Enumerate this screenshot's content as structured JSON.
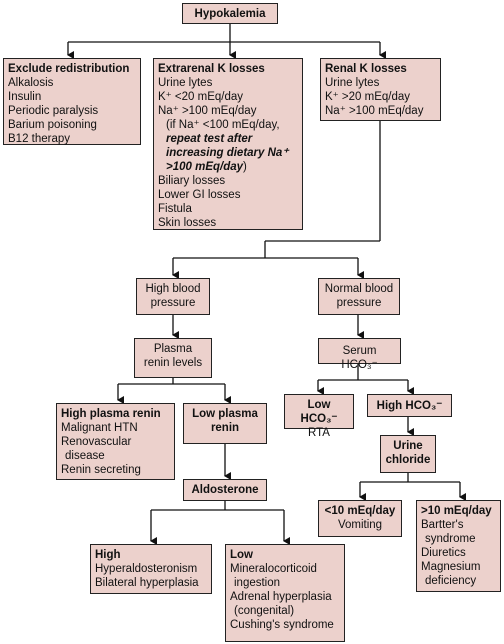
{
  "title": "Hypokalemia",
  "exclude": {
    "heading": "Exclude redistribution",
    "items": [
      "Alkalosis",
      "Insulin",
      "Periodic paralysis",
      "Barium poisoning",
      "B12 therapy"
    ]
  },
  "extrarenal": {
    "heading": "Extrarenal K losses",
    "line1": "Urine lytes",
    "line2": "K⁺ <20 mEq/day",
    "line3": "Na⁺ >100 mEq/day",
    "line4": "(if Na⁺ <100 mEq/day,",
    "line5": "repeat test after",
    "line6": "increasing dietary Na⁺",
    "line7a": ">100 mEq/day",
    "line7b": ")",
    "items": [
      "Biliary losses",
      "Lower GI losses",
      "Fistula",
      "Skin losses"
    ]
  },
  "renal": {
    "heading": "Renal K losses",
    "items": [
      "Urine lytes",
      "K⁺ >20 mEq/day",
      "Na⁺ >100 mEq/day"
    ]
  },
  "high_bp": [
    "High blood",
    "pressure"
  ],
  "normal_bp": [
    "Normal blood",
    "pressure"
  ],
  "plasma_renin": [
    "Plasma",
    "renin levels"
  ],
  "serum_hco3": "Serum HCO₃⁻",
  "high_renin": {
    "heading": "High plasma renin",
    "items": [
      "Malignant HTN",
      "Renovascular",
      "disease",
      "Renin secreting"
    ]
  },
  "low_renin": [
    "Low plasma",
    "renin"
  ],
  "low_hco3": {
    "heading": "Low HCO₃⁻",
    "sub": "RTA"
  },
  "high_hco3": "High HCO₃⁻",
  "urine_chloride": [
    "Urine",
    "chloride"
  ],
  "aldosterone": "Aldosterone",
  "lt10": {
    "heading": "<10 mEq/day",
    "sub": "Vomiting"
  },
  "gt10": {
    "heading": ">10 mEq/day",
    "items": [
      "Bartter's",
      "syndrome",
      "Diuretics",
      "Magnesium",
      "deficiency"
    ]
  },
  "high_ald": {
    "heading": "High",
    "items": [
      "Hyperaldosteronism",
      "Bilateral hyperplasia"
    ]
  },
  "low_ald": {
    "heading": "Low",
    "items": [
      "Mineralocorticoid",
      "ingestion",
      "Adrenal hyperplasia",
      "(congenital)",
      "Cushing's syndrome"
    ]
  }
}
